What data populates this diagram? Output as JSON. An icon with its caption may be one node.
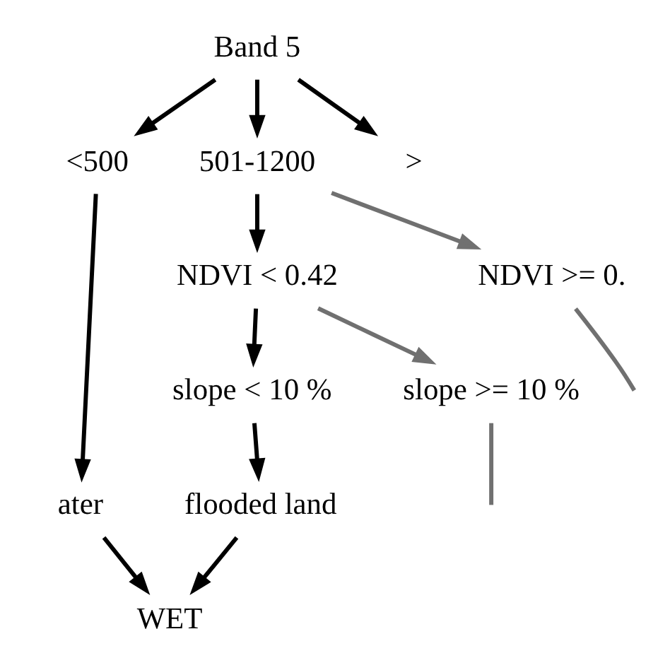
{
  "diagram": {
    "nodes": [
      {
        "text": [
          "Band 5"
        ]
      },
      {
        "text": [
          "<500"
        ]
      },
      {
        "text": [
          "501-1200"
        ]
      },
      {
        "text": [
          ">"
        ]
      },
      {
        "text": [
          "NDVI < 0.42"
        ]
      },
      {
        "text": [
          "NDVI >= 0."
        ]
      },
      {
        "text": [
          "slope < 10 %"
        ]
      },
      {
        "text": [
          "slope >= 10 %"
        ]
      },
      {
        "text": [
          "ater"
        ]
      },
      {
        "text": [
          "flooded land"
        ]
      },
      {
        "text": [
          "WET"
        ]
      }
    ],
    "edges": [
      {
        "from": 0,
        "to": 1,
        "arrow": "to"
      },
      {
        "from": 0,
        "to": 2,
        "arrow": "to"
      },
      {
        "from": 0,
        "to": 3,
        "arrow": "to"
      },
      {
        "from": 2,
        "to": 4,
        "arrow": "to"
      },
      {
        "from": 2,
        "to": 5,
        "arrow": "to",
        "color": "#707070"
      },
      {
        "from": 4,
        "to": 6,
        "arrow": "to"
      },
      {
        "from": 4,
        "to": 7,
        "arrow": "to",
        "color": "#707070"
      },
      {
        "from": 5,
        "to": null,
        "arrow": "none",
        "color": "#707070"
      },
      {
        "from": 7,
        "to": null,
        "arrow": "none",
        "color": "#707070"
      },
      {
        "from": 1,
        "to": 8,
        "arrow": "to"
      },
      {
        "from": 6,
        "to": 9,
        "arrow": "to"
      },
      {
        "from": 8,
        "to": 10,
        "arrow": "to"
      },
      {
        "from": 9,
        "to": 10,
        "arrow": "to"
      }
    ]
  }
}
